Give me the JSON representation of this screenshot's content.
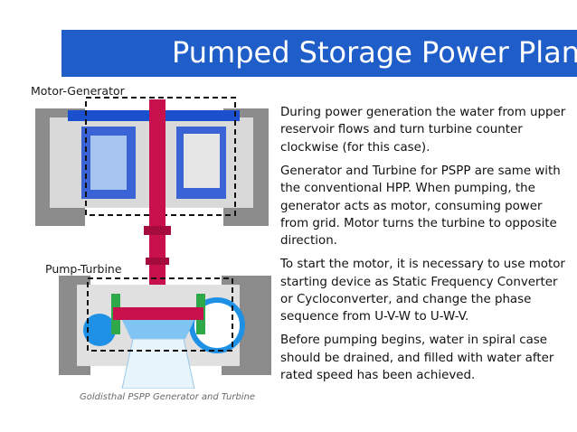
{
  "slide": {
    "title": "Pumped Storage Power Plant",
    "paragraphs": [
      "During power generation the water from upper reservoir flows and turn turbine counter clockwise (for this case).",
      "Generator and Turbine for PSPP are same with the conventional HPP. When pumping, the generator acts as motor, consuming power from grid. Motor turns the turbine to opposite direction.",
      "To start the motor, it is necessary to use motor starting device as Static Frequency Converter or Cycloconverter, and change the phase sequence from U-V-W to U-W-V.",
      "Before pumping begins, water in spiral case should be drained, and filled with water after rated speed has been achieved."
    ]
  },
  "diagram": {
    "motor_generator_label": "Motor-Generator",
    "pump_turbine_label": "Pump-Turbine",
    "caption": "Goldisthal PSPP Generator and Turbine"
  },
  "colors": {
    "title_bar": "#1f5dc8",
    "shaft": "#c8104c",
    "housing": "#8a8a8a",
    "water": "#1e90e6",
    "steel_blue": "#1a4fd0",
    "green_parts": "#2fa84a"
  }
}
